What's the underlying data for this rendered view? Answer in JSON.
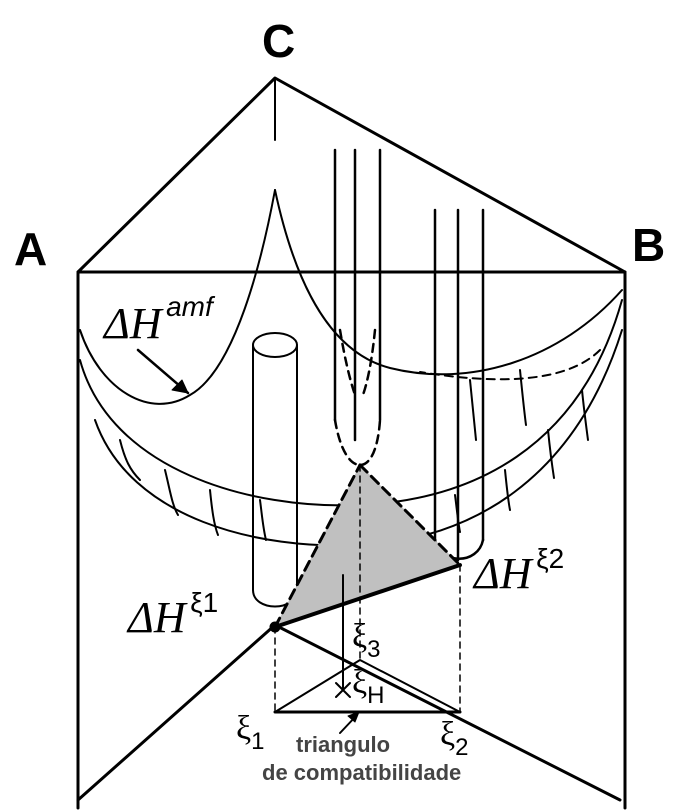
{
  "vertices": {
    "a": "A",
    "b": "B",
    "c": "C"
  },
  "labels": {
    "amf": {
      "base": "ΔH",
      "sup": "amf"
    },
    "xi1_point": {
      "base": "ΔH",
      "sup": "ξ1"
    },
    "xi2_point": {
      "base": "ΔH",
      "sup": "ξ2"
    },
    "xi1_base": {
      "sym": "ξ",
      "sub": "1"
    },
    "xi2_base": {
      "sym": "ξ",
      "sub": "2"
    },
    "xi3": {
      "sym": "ξ",
      "sub": "3"
    },
    "xiH": {
      "sym": "ξ",
      "sub": "H"
    },
    "caption_line1": "triangulo",
    "caption_line2": "de compatibilidade"
  },
  "colors": {
    "ink": "#000000",
    "triangle_fill": "#c0c0c0",
    "caption": "#444444"
  }
}
